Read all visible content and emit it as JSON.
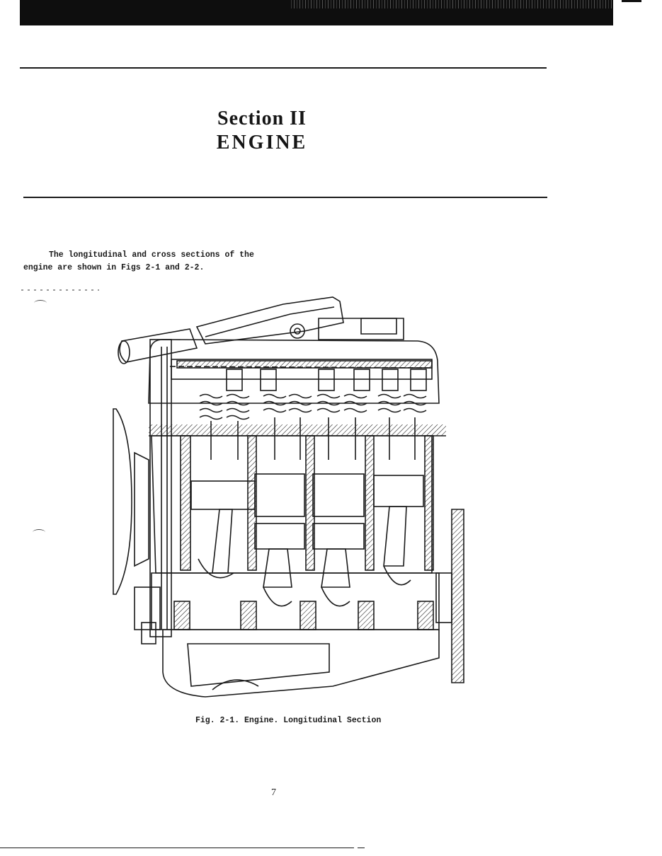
{
  "section": {
    "number": "Section II",
    "title": "ENGINE"
  },
  "intro": {
    "line1": "The longitudinal and cross sections of the",
    "line2": "engine are shown in Figs 2-1 and 2-2."
  },
  "figure": {
    "caption": "Fig. 2-1. Engine. Longitudinal Section"
  },
  "page": {
    "number": "7"
  }
}
